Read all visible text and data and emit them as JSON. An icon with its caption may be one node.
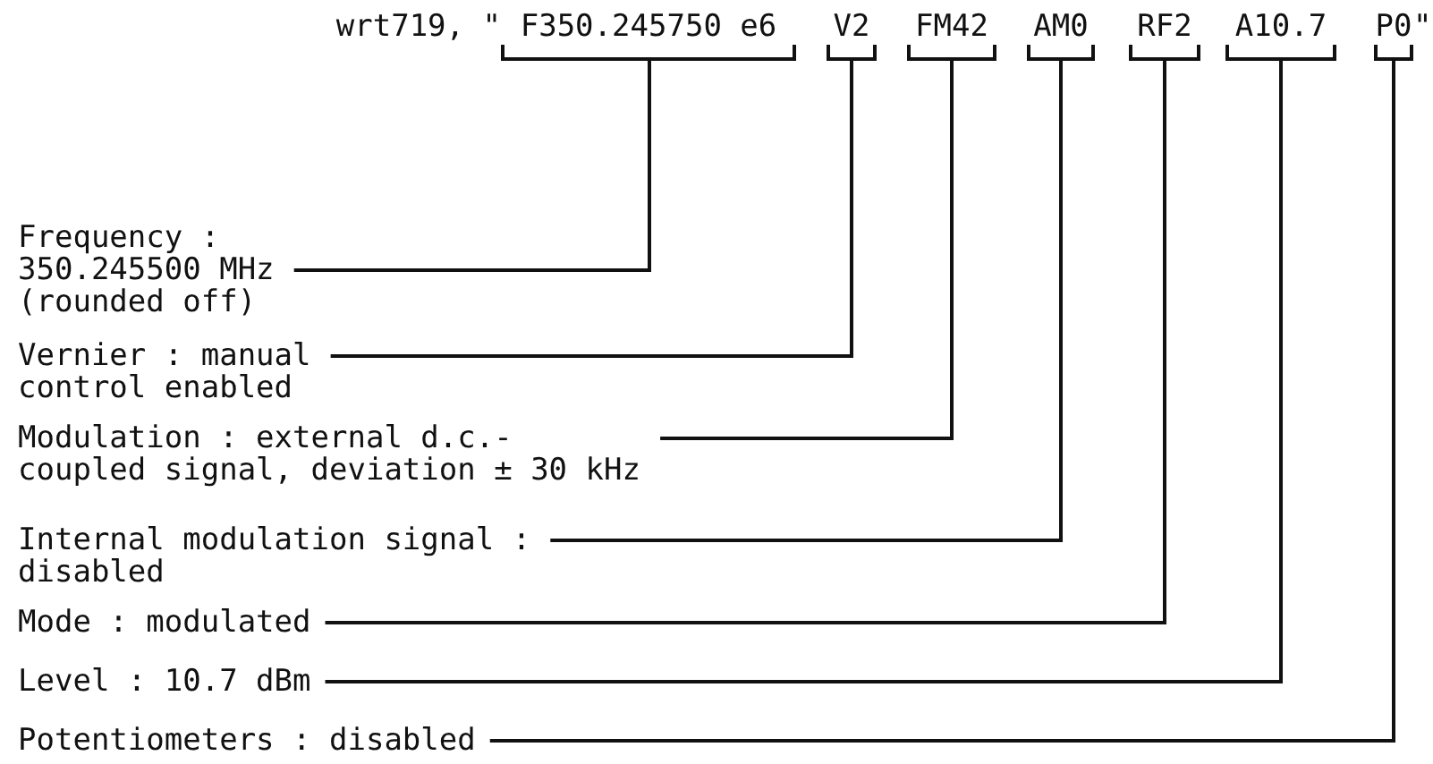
{
  "diagram": {
    "nodes": [
      {
        "text": [
          "F350.245750 e6"
        ]
      },
      {
        "text": [
          "V2"
        ]
      },
      {
        "text": [
          "FM42"
        ]
      },
      {
        "text": [
          "AM0"
        ]
      },
      {
        "text": [
          "RF2"
        ]
      },
      {
        "text": [
          "A10.7"
        ]
      },
      {
        "text": [
          "P0"
        ]
      },
      {
        "text": [
          "Frequency : 350.245500 MHz (rounded off)"
        ]
      },
      {
        "text": [
          "Vernier : manual control enabled"
        ]
      },
      {
        "text": [
          "Modulation : external d.c.- coupled signal, deviation ± 30 kHz"
        ]
      },
      {
        "text": [
          "Internal modulation signal : disabled"
        ]
      },
      {
        "text": [
          "Mode : modulated"
        ]
      },
      {
        "text": [
          "Level : 10.7 dBm"
        ]
      },
      {
        "text": [
          "Potentiometers : disabled"
        ]
      }
    ],
    "edges": [
      {
        "from": 7,
        "to": 0,
        "arrow": "none"
      },
      {
        "from": 8,
        "to": 1,
        "arrow": "none"
      },
      {
        "from": 9,
        "to": 2,
        "arrow": "none"
      },
      {
        "from": 10,
        "to": 3,
        "arrow": "none"
      },
      {
        "from": 11,
        "to": 4,
        "arrow": "none"
      },
      {
        "from": 12,
        "to": 5,
        "arrow": "none"
      },
      {
        "from": 13,
        "to": 6,
        "arrow": "none"
      }
    ],
    "labels": [
      "wrt719, \"",
      "\""
    ]
  }
}
